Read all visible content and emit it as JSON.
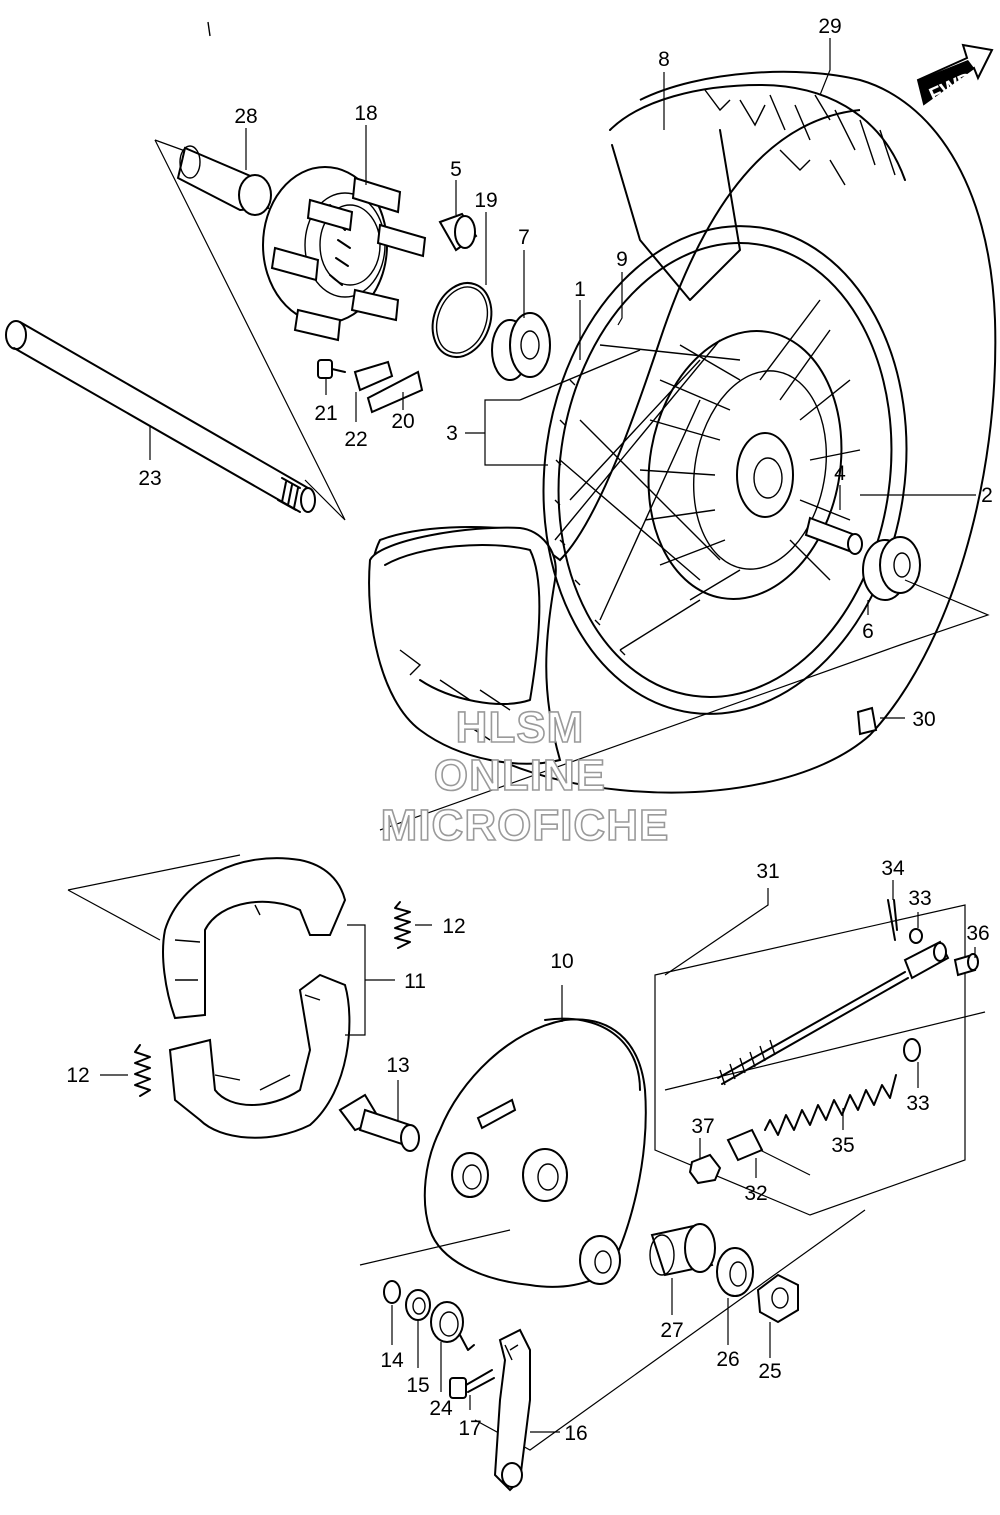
{
  "fwd_label": "FWD",
  "watermark": {
    "line1": "HLSM",
    "line2": "ONLINE",
    "line3": "MICROFICHE"
  },
  "callouts": [
    {
      "id": "c29",
      "label": "29"
    },
    {
      "id": "c8",
      "label": "8"
    },
    {
      "id": "c28",
      "label": "28"
    },
    {
      "id": "c18",
      "label": "18"
    },
    {
      "id": "c5",
      "label": "5"
    },
    {
      "id": "c19",
      "label": "19"
    },
    {
      "id": "c7",
      "label": "7"
    },
    {
      "id": "c9",
      "label": "9"
    },
    {
      "id": "c1",
      "label": "1"
    },
    {
      "id": "c21",
      "label": "21"
    },
    {
      "id": "c22",
      "label": "22"
    },
    {
      "id": "c20",
      "label": "20"
    },
    {
      "id": "c3",
      "label": "3"
    },
    {
      "id": "c23",
      "label": "23"
    },
    {
      "id": "c4",
      "label": "4"
    },
    {
      "id": "c2",
      "label": "2"
    },
    {
      "id": "c6",
      "label": "6"
    },
    {
      "id": "c30",
      "label": "30"
    },
    {
      "id": "c31",
      "label": "31"
    },
    {
      "id": "c34",
      "label": "34"
    },
    {
      "id": "c33a",
      "label": "33"
    },
    {
      "id": "c36",
      "label": "36"
    },
    {
      "id": "c12a",
      "label": "12"
    },
    {
      "id": "c10",
      "label": "10"
    },
    {
      "id": "c11",
      "label": "11"
    },
    {
      "id": "c33b",
      "label": "33"
    },
    {
      "id": "c12b",
      "label": "12"
    },
    {
      "id": "c13",
      "label": "13"
    },
    {
      "id": "c37",
      "label": "37"
    },
    {
      "id": "c35",
      "label": "35"
    },
    {
      "id": "c32",
      "label": "32"
    },
    {
      "id": "c27",
      "label": "27"
    },
    {
      "id": "c14",
      "label": "14"
    },
    {
      "id": "c15",
      "label": "15"
    },
    {
      "id": "c24",
      "label": "24"
    },
    {
      "id": "c26",
      "label": "26"
    },
    {
      "id": "c25",
      "label": "25"
    },
    {
      "id": "c17",
      "label": "17"
    },
    {
      "id": "c16",
      "label": "16"
    }
  ]
}
